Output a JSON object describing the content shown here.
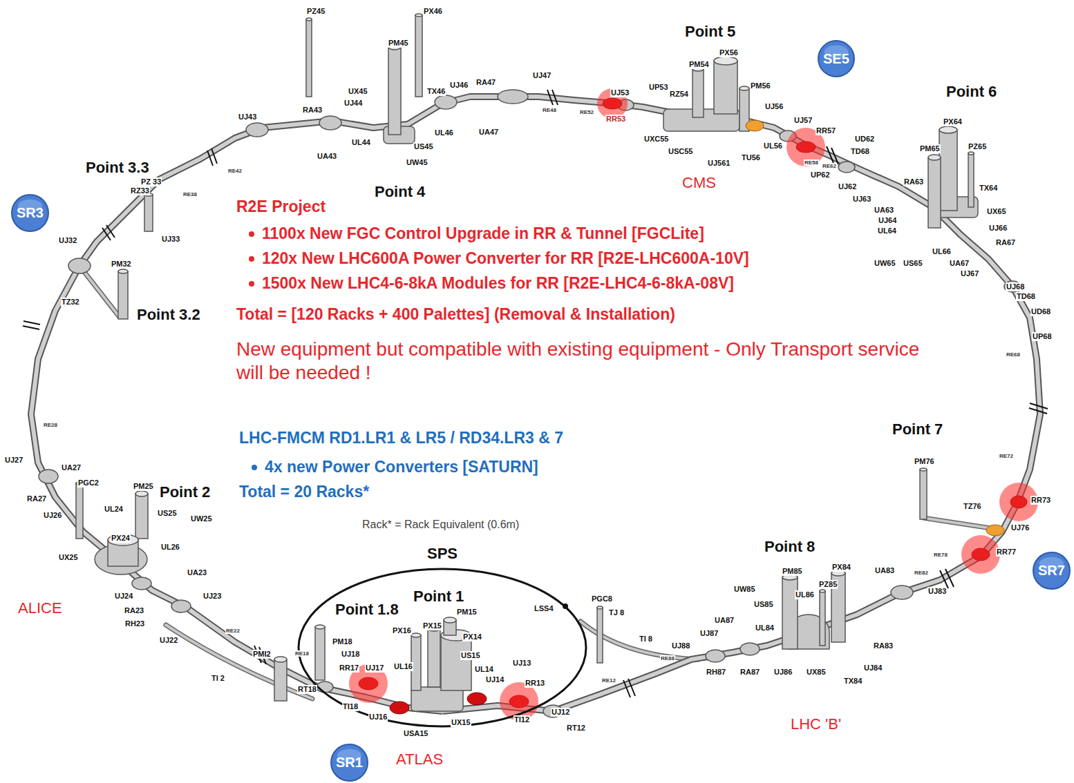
{
  "diagram": {
    "nodes": [
      {
        "text": [
          "SE5"
        ]
      },
      {
        "text": [
          "SR3"
        ]
      },
      {
        "text": [
          "SPS"
        ]
      },
      {
        "text": [
          "SR7"
        ]
      },
      {
        "text": [
          "SR1"
        ]
      }
    ],
    "labels": [
      "PZ45",
      "PX46",
      "Point 5",
      "PM45",
      "PX56",
      "PM54",
      "UJ47",
      "RA47",
      "UJ46",
      "UX45",
      "TX46",
      "UJ53",
      "UP53",
      "PM56",
      "Point 6",
      "RZ54",
      "UJ44",
      "RA43",
      "UJ56",
      "RE48",
      "RE52",
      "UJ43",
      "RR53",
      "UJ57",
      "PX64",
      "RR57",
      "UL46",
      "UA47",
      "UXC55",
      "UD62",
      "UL44",
      "US45",
      "PZ65",
      "UL56",
      "PM65",
      "USC55",
      "TD68",
      "UA43",
      "TU56",
      "UW45",
      "UJ561",
      "RE58",
      "RE62",
      "UP62",
      "RE42",
      "PZ 33",
      "Point 3.3",
      "CMS",
      "RA63",
      "UJ62",
      "Point 4",
      "RZ33",
      "TX64",
      "RE38",
      "UJ63",
      "R2E Project",
      "UA63",
      "UX65",
      "UJ64",
      "1100x New FGC Control Upgrade in RR & Tunnel [FGCLite]",
      "UJ66",
      "UL64",
      "UJ33",
      "UJ32",
      "RA67",
      "UL66",
      "120x New LHC600A Power Converter for RR [R2E-LHC600A-10V]",
      "UW65",
      "US65",
      "UA67",
      "PM32",
      "UJ67",
      "1500x New LHC4-6-8kA Modules for RR [R2E-LHC4-6-8kA-08V]",
      "UJ68",
      "TD68",
      "TZ32",
      "Point 3.2",
      "Total = [120 Racks + 400 Palettes] (Removal & Installation)",
      "UD68",
      "UP68",
      "New equipment but compatible with existing equipment - Only Transport service will be needed !",
      "RE68",
      "RE28",
      "Point 7",
      "LHC-FMCM RD1.LR1 & LR5 / RD34.LR3 & 7",
      "RE72",
      "UJ27",
      "UA27",
      "4x new Power Converters [SATURN]",
      "PM76",
      "PGC2",
      "PM25",
      "Point 2",
      "Total = 20 Racks*",
      "RA27",
      "RR73",
      "TZ76",
      "UL24",
      "US25",
      "UJ26",
      "UW25",
      "Rack* = Rack Equivalent (0.6m)",
      "UJ76",
      "PX24",
      "Point 8",
      "UL26",
      "RR77",
      "RE78",
      "UX25",
      "PX84",
      "UA83",
      "PM85",
      "UA23",
      "RE82",
      "UW85",
      "UJ83",
      "Point 1",
      "PZ85",
      "UL86",
      "UJ24",
      "UJ23",
      "PGC8",
      "US85",
      "Point 1.8",
      "ALICE",
      "LSS4",
      "PM15",
      "TJ 8",
      "RA23",
      "UA87",
      "RH23",
      "PX15",
      "UL84",
      "PX16",
      "RE22",
      "UJ87",
      "PX14",
      "TI 8",
      "UJ22",
      "PM18",
      "UJ88",
      "RA83",
      "RE18",
      "PMI2",
      "UJ18",
      "US15",
      "RE88",
      "UJ13",
      "RR17",
      "UJ17",
      "UL16",
      "UJ84",
      "UL14",
      "UJ86",
      "UX85",
      "RA87",
      "RH87",
      "TI 2",
      "UJ14",
      "TX84",
      "RE12",
      "RR13",
      "RT18",
      "TI18",
      "UJ12",
      "UJ16",
      "LHC 'B'",
      "TI12",
      "UX15",
      "RT12",
      "USA15",
      "ATLAS"
    ]
  }
}
